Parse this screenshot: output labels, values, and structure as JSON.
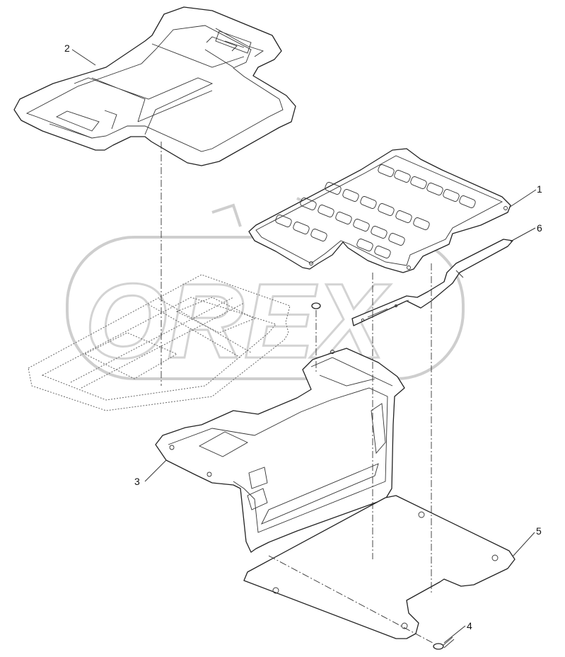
{
  "watermark_text": "OREX",
  "callouts": [
    {
      "id": "callout-1",
      "text": "1"
    },
    {
      "id": "callout-2",
      "text": "2"
    },
    {
      "id": "callout-3",
      "text": "3"
    },
    {
      "id": "callout-4",
      "text": "4"
    },
    {
      "id": "callout-5",
      "text": "5"
    },
    {
      "id": "callout-6",
      "text": "6"
    }
  ],
  "parts": [
    {
      "name": "floor-mat-upper",
      "callout": "2"
    },
    {
      "name": "floor-mat-ribbed",
      "callout": "1"
    },
    {
      "name": "support-bracket",
      "callout": "3"
    },
    {
      "name": "rivet",
      "callout": "4"
    },
    {
      "name": "base-plate",
      "callout": "5"
    },
    {
      "name": "strap-bracket",
      "callout": "6"
    }
  ]
}
